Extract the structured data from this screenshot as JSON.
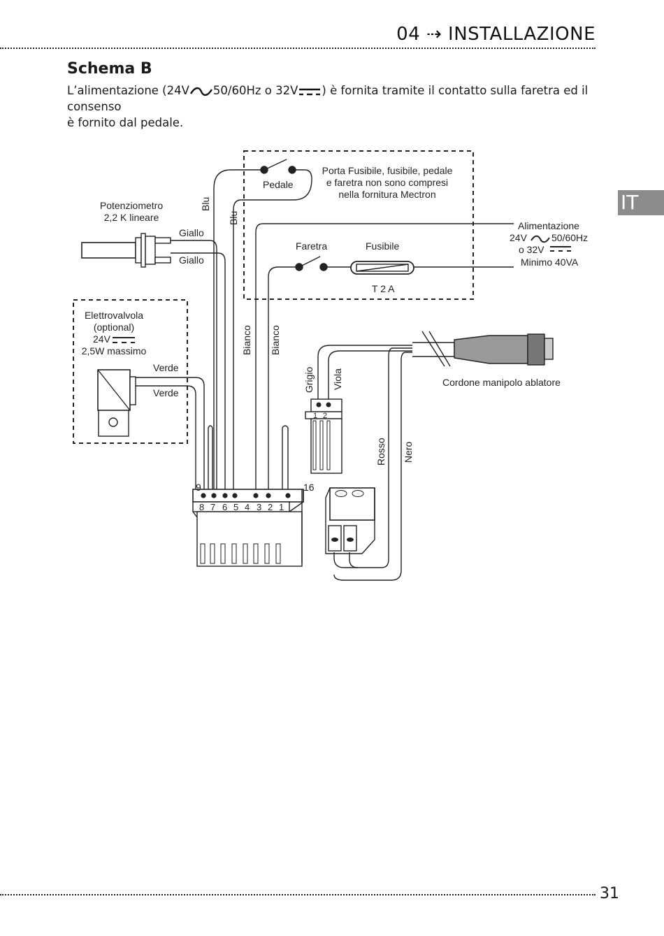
{
  "header": {
    "title": "04 ⇢ INSTALLAZIONE"
  },
  "section": {
    "title": "Schema B",
    "intro_a": "L’alimentazione (24V",
    "intro_b": "50/60Hz o 32V",
    "intro_c": ") è fornita tramite il contatto sulla faretra ed il consenso",
    "intro_d": "è fornito dal pedale."
  },
  "language_tab": "IT",
  "diagram": {
    "potenziometro": [
      "Potenziometro",
      "2,2 K lineare"
    ],
    "giallo_1": "Giallo",
    "giallo_2": "Giallo",
    "blu_1": "Blu",
    "blu_2": "Blu",
    "pedale": "Pedale",
    "note": [
      "Porta Fusibile, fusibile, pedale",
      "e faretra non sono compresi",
      "nella fornitura Mectron"
    ],
    "faretra": "Faretra",
    "fusibile": "Fusibile",
    "t2a": "T 2 A",
    "alimentazione": [
      "Alimentazione",
      "24V",
      "50/60Hz",
      "o 32V",
      "Minimo 40VA"
    ],
    "elettrovalvola": [
      "Elettrovalvola",
      "(optional)",
      "24V",
      "2,5W massimo"
    ],
    "verde_1": "Verde",
    "verde_2": "Verde",
    "bianco_1": "Bianco",
    "bianco_2": "Bianco",
    "grigio": "Grigio",
    "viola": "Viola",
    "cordone": "Cordone manipolo ablatore",
    "rosso": "Rosso",
    "nero": "Nero",
    "connector_pins_small": [
      "1",
      "2"
    ],
    "terminal_start": "9",
    "terminal_end": "16",
    "terminal_pins": [
      "8",
      "7",
      "6",
      "5",
      "4",
      "3",
      "2",
      "1"
    ]
  },
  "footer": {
    "page_number": "31"
  }
}
